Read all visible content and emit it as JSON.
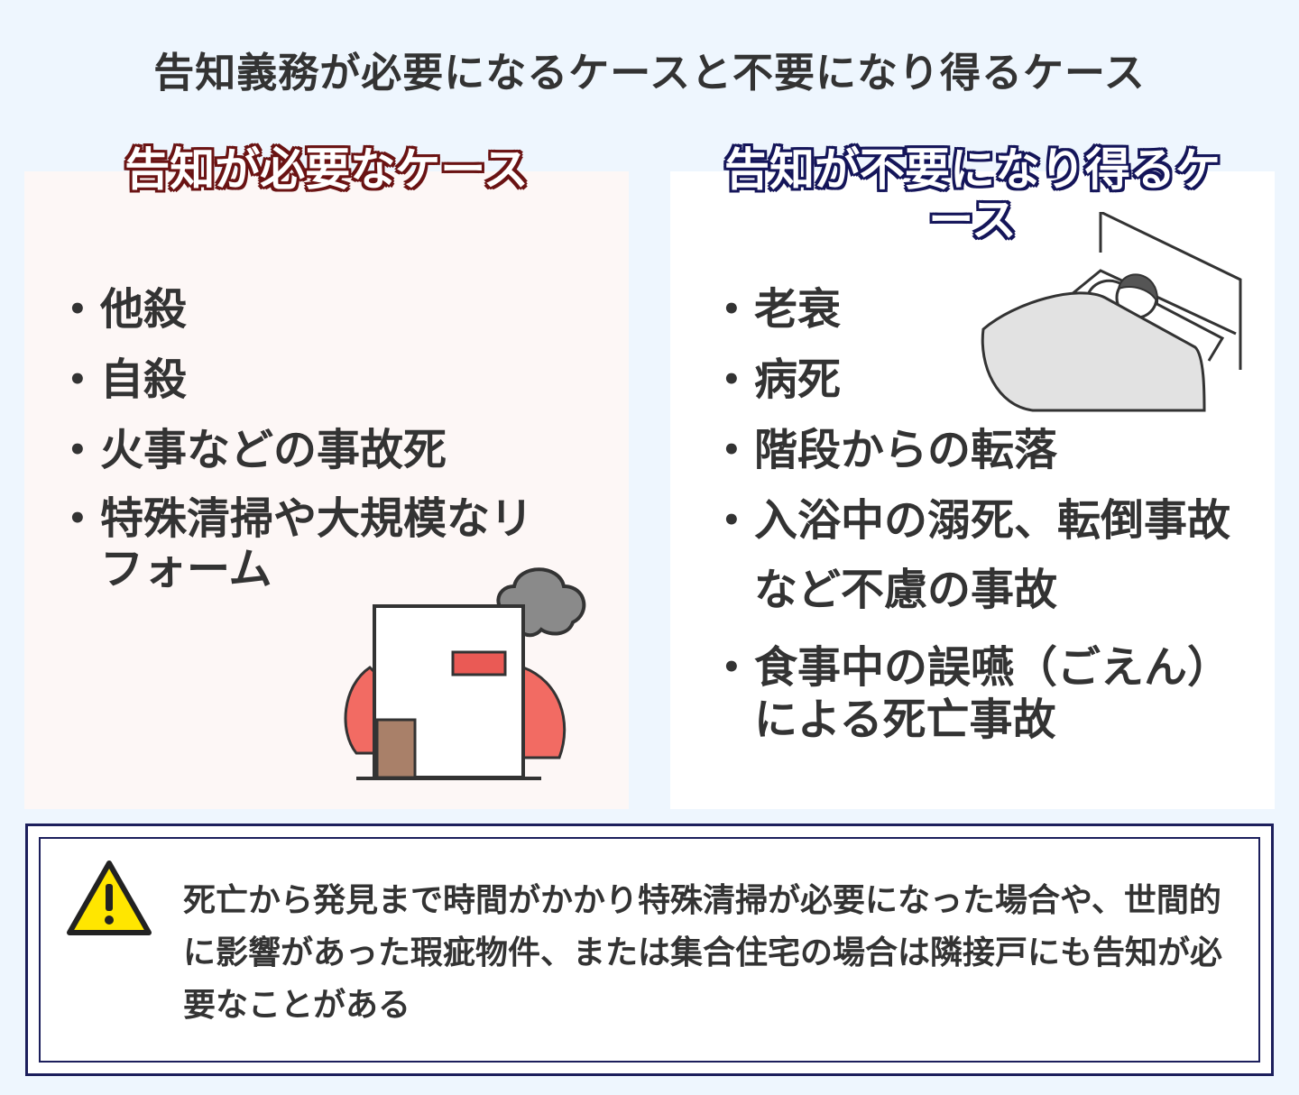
{
  "title": "告知義務が必要になるケースと不要になり得るケース",
  "left": {
    "heading": "告知が必要なケース",
    "items": [
      "他殺",
      "自殺",
      "火事などの事故死",
      "特殊清掃や大規模なリフォーム"
    ]
  },
  "right": {
    "heading": "告知が不要になり得るケース",
    "items": [
      "老衰",
      "病死",
      "階段からの転落",
      "入浴中の溺死、転倒事故など不慮の事故",
      "食事中の誤嚥（ごえん）による死亡事故"
    ]
  },
  "note": {
    "icon": "warning-icon",
    "text": "死亡から発見まで時間がかかり特殊清掃が必要になった場合や、世間的に影響があった瑕疵物件、または集合住宅の場合は隣接戸にも告知が必要なことがある"
  },
  "colors": {
    "bg": "#eef6fe",
    "red_heading": "#6b1414",
    "blue_heading": "#15165a",
    "border": "#1c1f5c",
    "warning": "#ffe600"
  }
}
